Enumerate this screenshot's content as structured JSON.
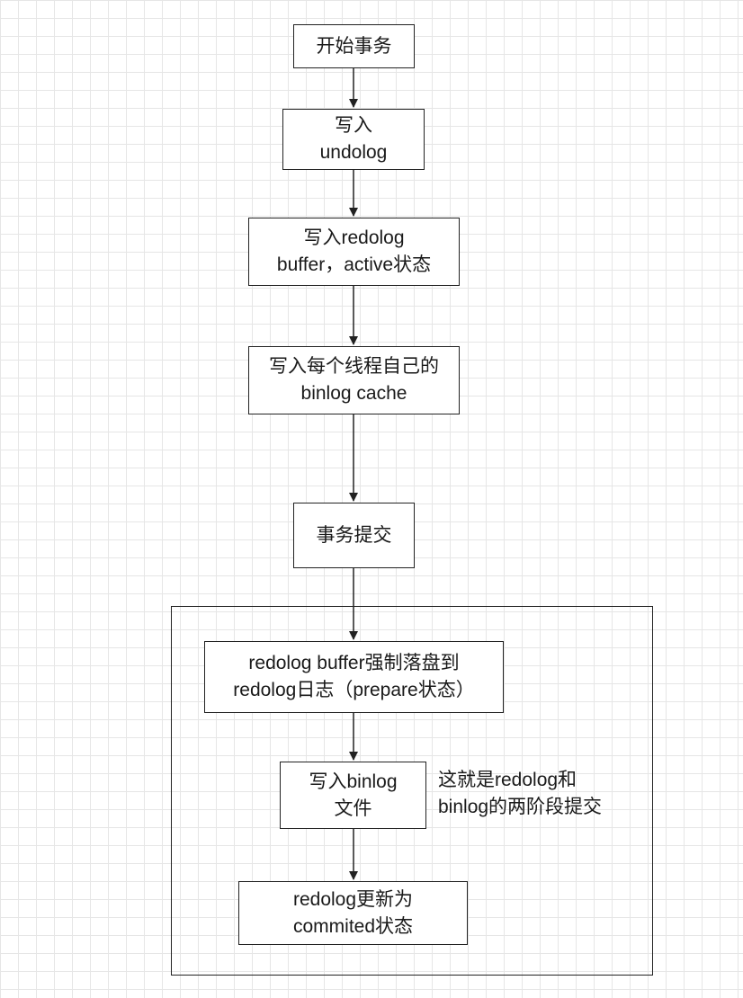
{
  "diagram": {
    "nodes": {
      "start_transaction": "开始事务",
      "write_undolog": "写入\nundolog",
      "write_redolog_buffer": "写入redolog\nbuffer，active状态",
      "write_binlog_cache": "写入每个线程自己的\nbinlog  cache",
      "commit_transaction": "事务提交",
      "redolog_prepare": "redolog buffer强制落盘到\nredolog日志（prepare状态）",
      "write_binlog_file": "写入binlog\n文件",
      "redolog_committed": "redolog更新为\ncommited状态"
    },
    "note": "这就是redolog和\nbinlog的两阶段提交",
    "colors": {
      "stroke": "#222222",
      "grid": "#e6e6e6",
      "node_fill": "#ffffff"
    }
  }
}
